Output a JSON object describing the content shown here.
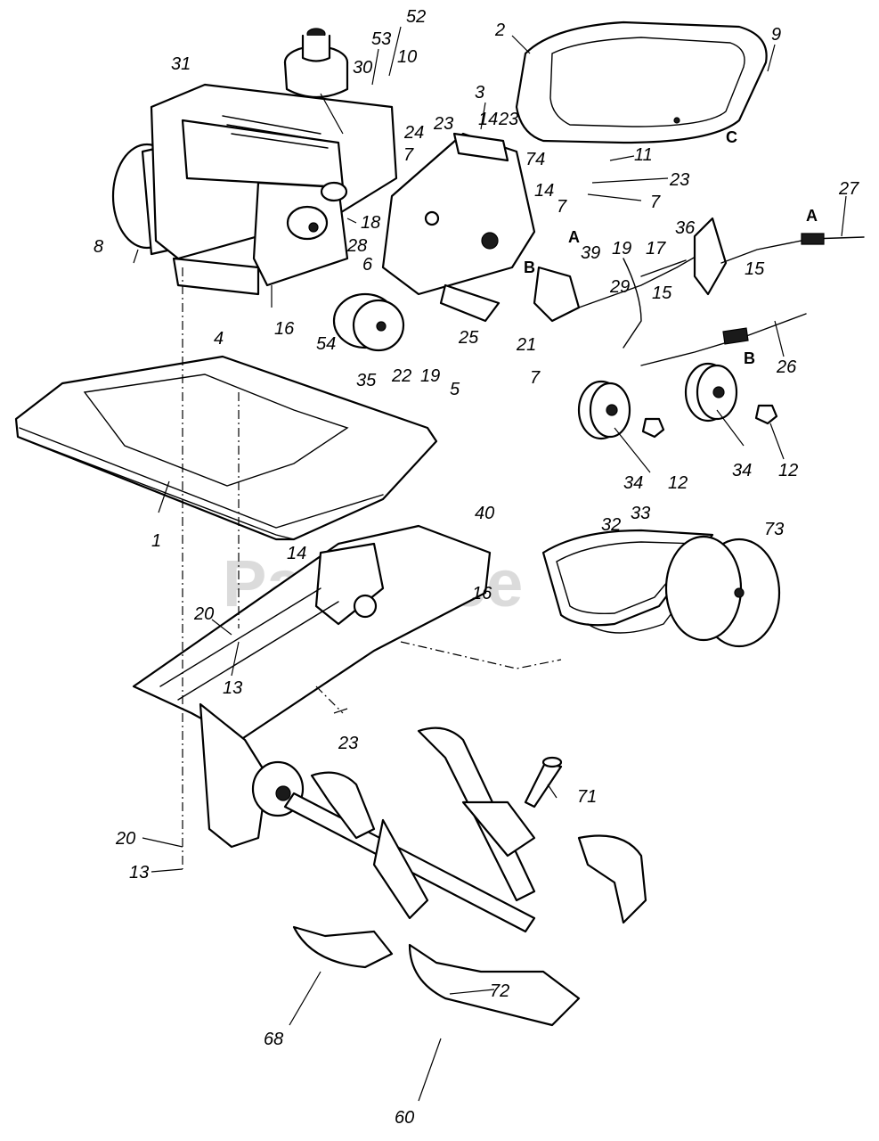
{
  "watermark": "PartsTree",
  "callouts": {
    "c1": "1",
    "c2": "2",
    "c3": "3",
    "c4": "4",
    "c5": "5",
    "c6": "6",
    "c7a": "7",
    "c7b": "7",
    "c7c": "7",
    "c7d": "7",
    "c8": "8",
    "c9": "9",
    "c10": "10",
    "c11": "11",
    "c12a": "12",
    "c12b": "12",
    "c13a": "13",
    "c13b": "13",
    "c14a": "14",
    "c14b": "14",
    "c14c": "14",
    "c15a": "15",
    "c15b": "15",
    "c16a": "16",
    "c16b": "16",
    "c17": "17",
    "c18": "18",
    "c19a": "19",
    "c19b": "19",
    "c20a": "20",
    "c20b": "20",
    "c21": "21",
    "c22": "22",
    "c23a": "23",
    "c23b": "23",
    "c23c": "23",
    "c23d": "23",
    "c24": "24",
    "c25": "25",
    "c26": "26",
    "c27": "27",
    "c28": "28",
    "c29": "29",
    "c30": "30",
    "c31": "31",
    "c32": "32",
    "c33": "33",
    "c34a": "34",
    "c34b": "34",
    "c35": "35",
    "c36": "36",
    "c39": "39",
    "c40": "40",
    "c52": "52",
    "c53": "53",
    "c54": "54",
    "c60": "60",
    "c68": "68",
    "c71": "71",
    "c72": "72",
    "c73": "73",
    "c74": "74"
  },
  "letters": {
    "a1": "A",
    "a2": "A",
    "b1": "B",
    "b2": "B",
    "c": "C"
  }
}
